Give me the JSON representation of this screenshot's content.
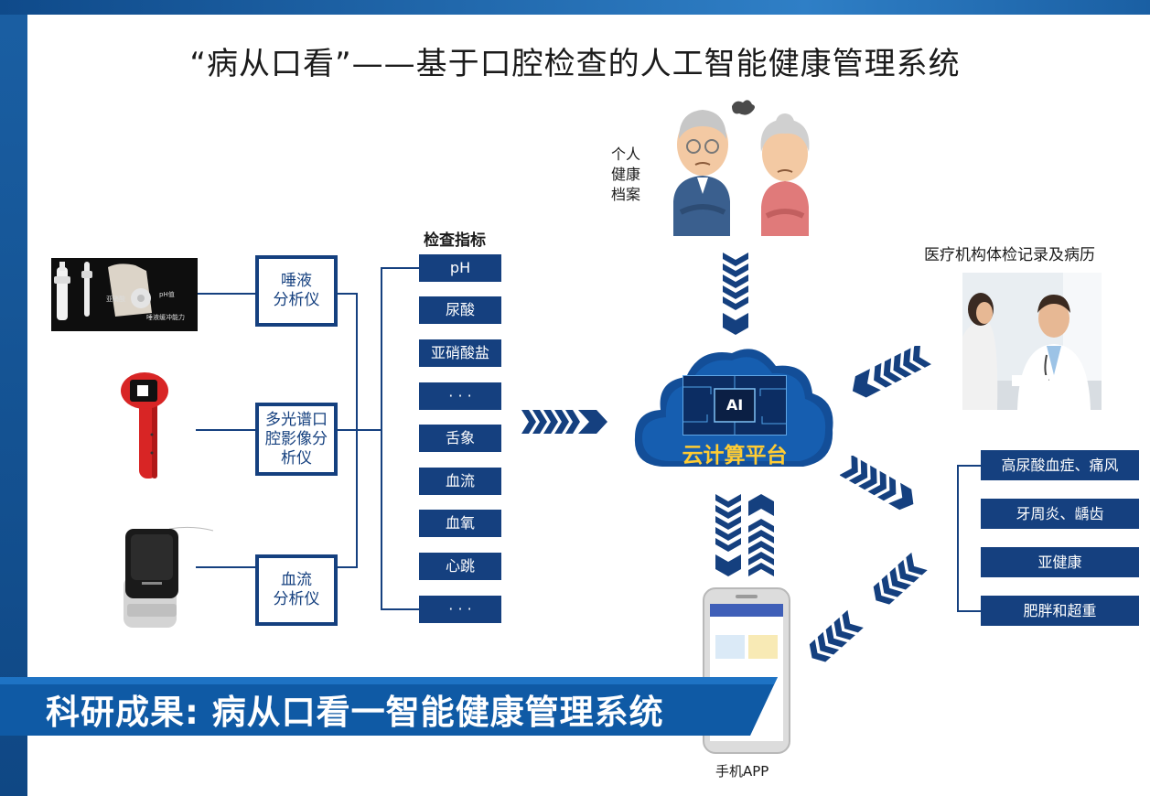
{
  "title": "“病从口看”——基于口腔检查的人工智能健康管理系统",
  "devices": [
    {
      "label_lines": [
        "唾液",
        "分析仪"
      ]
    },
    {
      "label_lines": [
        "多光谱口",
        "腔影像分",
        "析仪"
      ]
    },
    {
      "label_lines": [
        "血流",
        "分析仪"
      ]
    }
  ],
  "saliva_photo_labels": {
    "a": "pH值",
    "b": "唾液缓冲能力",
    "c": "亚硝酸"
  },
  "indicators_heading": "检查指标",
  "indicators": [
    "pH",
    "尿酸",
    "亚硝酸盐",
    "· · ·",
    "舌象",
    "血流",
    "血氧",
    "心跳",
    "· · ·"
  ],
  "personal_records_lines": [
    "个人",
    "健康",
    "档案"
  ],
  "hospital_label": "医疗机构体检记录及病历",
  "cloud": {
    "chip_label": "AI",
    "label": "云计算平台"
  },
  "diseases": [
    "高尿酸血症、痛风",
    "牙周炎、龋齿",
    "亚健康",
    "肥胖和超重"
  ],
  "phone_label": "手机APP",
  "banner": "科研成果: 病从口看一智能健康管理系统",
  "colors": {
    "navy": "#15407f",
    "banner_blue": "#0f5aa5"
  }
}
